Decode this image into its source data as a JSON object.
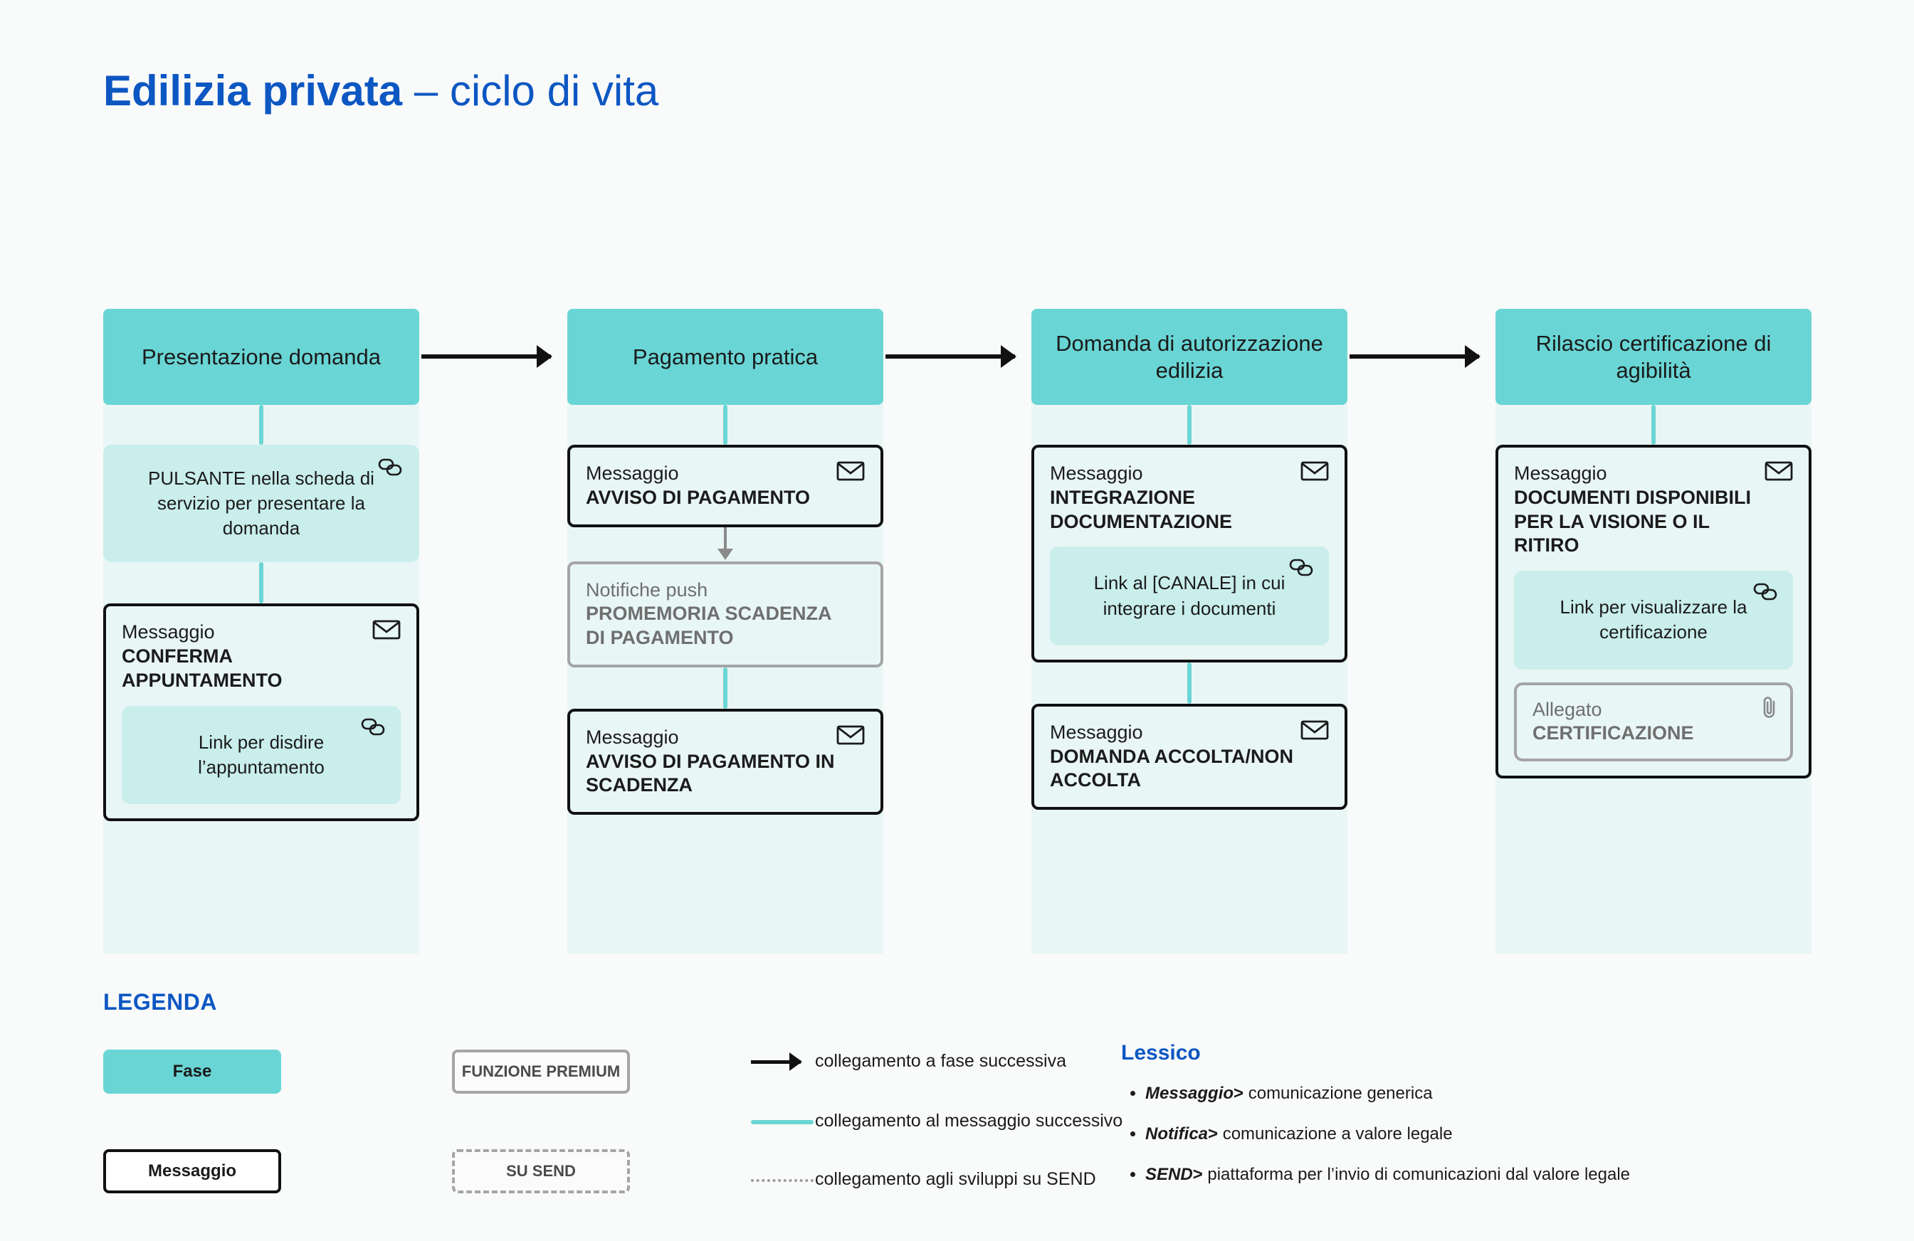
{
  "title": {
    "strong": "Edilizia privata",
    "light": " – ciclo di vita"
  },
  "colors": {
    "phase": "#6ad5d5",
    "column_bg": "#e9f6f6",
    "link_block": "#c9eeeb",
    "accent_blue": "#0d57c3",
    "grey": "#a5a5a5",
    "black": "#111111",
    "page_bg": "#f9fafa"
  },
  "columns": [
    {
      "phase": "Presentazione domanda",
      "items": [
        {
          "type": "plain-link",
          "icon": "link-icon",
          "text": "PULSANTE nella scheda di servizio per presentare la domanda"
        },
        {
          "type": "message",
          "icon": "envelope-icon",
          "kind": "Messaggio",
          "name": "CONFERMA APPUNTAMENTO",
          "inner": {
            "type": "link",
            "icon": "link-icon",
            "text": "Link per disdire l’appuntamento"
          }
        }
      ]
    },
    {
      "phase": "Pagamento pratica",
      "items": [
        {
          "type": "message",
          "icon": "envelope-icon",
          "kind": "Messaggio",
          "name": "AVVISO DI PAGAMENTO"
        },
        {
          "type": "push",
          "kind": "Notifiche push",
          "name": "PROMEMORIA SCADENZA DI PAGAMENTO"
        },
        {
          "type": "message",
          "icon": "envelope-icon",
          "kind": "Messaggio",
          "name": "AVVISO DI PAGAMENTO IN SCADENZA"
        }
      ]
    },
    {
      "phase": "Domanda di autorizzazione edilizia",
      "items": [
        {
          "type": "message",
          "icon": "envelope-icon",
          "kind": "Messaggio",
          "name": "INTEGRAZIONE DOCUMENTAZIONE",
          "inner": {
            "type": "link",
            "icon": "link-icon",
            "text": "Link al [CANALE] in cui integrare i documenti"
          }
        },
        {
          "type": "message",
          "icon": "envelope-icon",
          "kind": "Messaggio",
          "name": "DOMANDA ACCOLTA/NON ACCOLTA"
        }
      ]
    },
    {
      "phase": "Rilascio certificazione di agibilità",
      "items": [
        {
          "type": "message",
          "icon": "envelope-icon",
          "kind": "Messaggio",
          "name": "DOCUMENTI DISPONIBILI PER LA VISIONE O IL RITIRO",
          "inner": {
            "type": "link",
            "icon": "link-icon",
            "text": "Link per visualizzare la certificazione"
          },
          "attachment": {
            "icon": "paperclip-icon",
            "kind": "Allegato",
            "name": "CERTIFICAZIONE"
          }
        }
      ]
    }
  ],
  "legend": {
    "title": "LEGENDA",
    "swatches": [
      {
        "label": "Fase",
        "style": "phase"
      },
      {
        "label": "FUNZIONE PREMIUM",
        "style": "premium"
      },
      {
        "label": "Messaggio",
        "style": "message"
      },
      {
        "label": "SU SEND",
        "style": "send"
      }
    ],
    "lines": [
      {
        "style": "arrow-black",
        "label": "collegamento a fase successiva"
      },
      {
        "style": "line-cyan",
        "label": "collegamento al messaggio successivo"
      },
      {
        "style": "line-dotted",
        "label": "collegamento agli sviluppi su SEND"
      }
    ],
    "lessico": {
      "title": "Lessico",
      "entries": [
        {
          "term": "Messaggio",
          "gt": ">",
          "def": " comunicazione generica"
        },
        {
          "term": "Notifica",
          "gt": ">",
          "def": " comunicazione a valore legale"
        },
        {
          "term": "SEND",
          "gt": ">",
          "def": " piattaforma per  l’invio di comunicazioni dal valore legale"
        }
      ]
    }
  }
}
